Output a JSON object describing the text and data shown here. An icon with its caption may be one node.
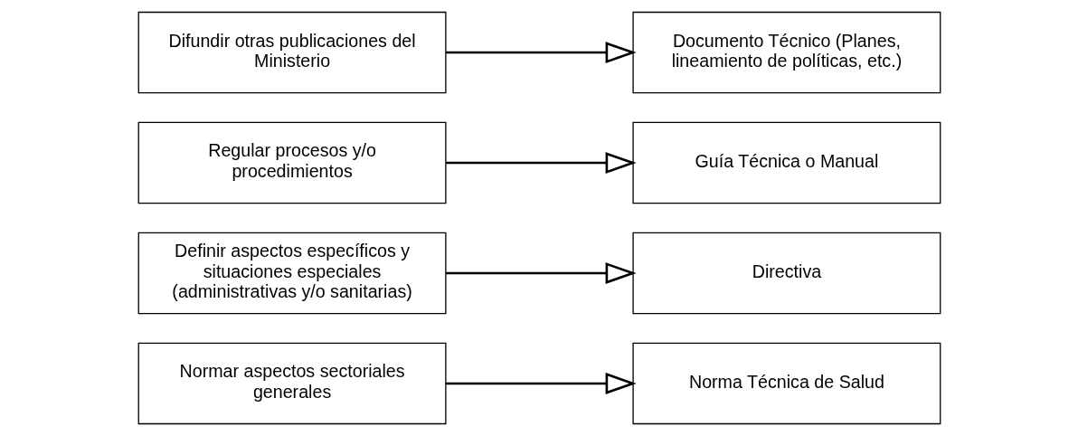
{
  "diagram": {
    "nodes": [
      {
        "text": [
          "Normar aspectos sectoriales generales"
        ]
      },
      {
        "text": [
          "Norma Técnica de Salud"
        ]
      },
      {
        "text": [
          "Definir aspectos específicos y situaciones especiales (administrativas y/o sanitarias)"
        ]
      },
      {
        "text": [
          "Directiva"
        ]
      },
      {
        "text": [
          "Regular procesos y/o procedimientos"
        ]
      },
      {
        "text": [
          "Guía Técnica o Manual"
        ]
      },
      {
        "text": [
          "Difundir otras publicaciones del Ministerio"
        ]
      },
      {
        "text": [
          "Documento Técnico (Planes, lineamiento de políticas, etc.)"
        ]
      }
    ],
    "edges": [
      {
        "from": 0,
        "to": 1,
        "arrow": "to"
      },
      {
        "from": 2,
        "to": 3,
        "arrow": "to"
      },
      {
        "from": 4,
        "to": 5,
        "arrow": "to"
      },
      {
        "from": 6,
        "to": 7,
        "arrow": "to"
      }
    ]
  }
}
